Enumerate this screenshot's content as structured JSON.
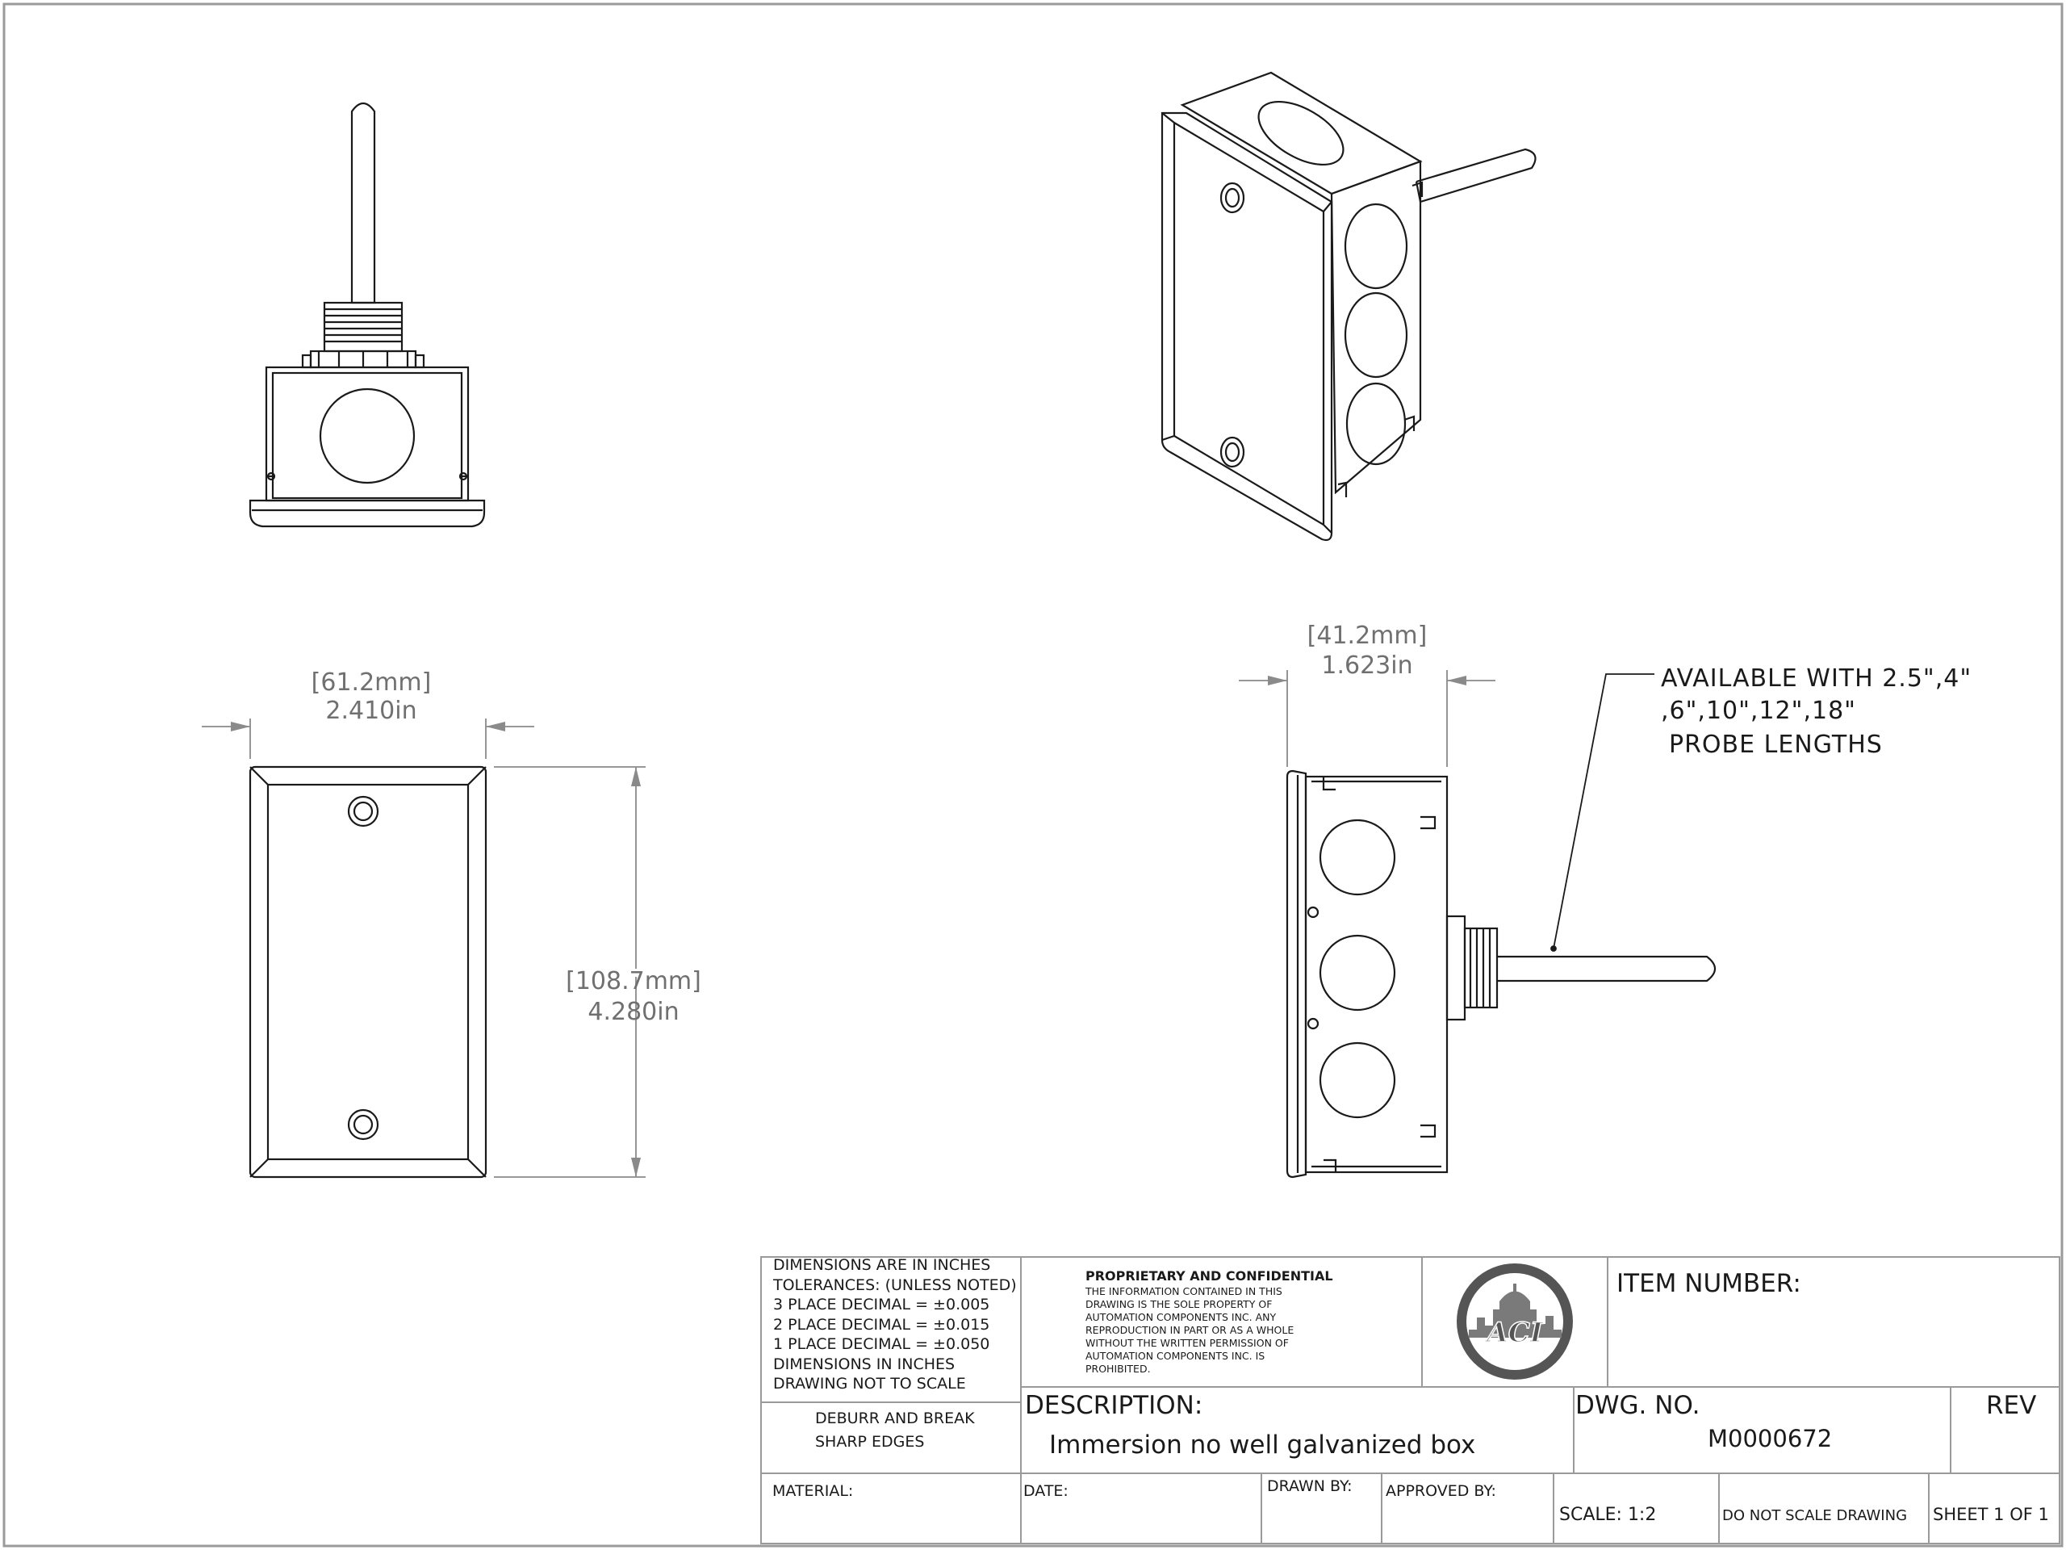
{
  "dimensions": {
    "face_width": {
      "mm": "[61.2mm]",
      "in": "2.410in"
    },
    "face_height": {
      "mm": "[108.7mm]",
      "in": "4.280in"
    },
    "side_depth": {
      "mm": "[41.2mm]",
      "in": "1.623in"
    }
  },
  "probe_note": {
    "line1": "AVAILABLE WITH 2.5\",4\"",
    "line2": ",6\",10\",12\",18\"",
    "line3": "PROBE LENGTHS"
  },
  "title_block": {
    "tolerances": [
      "DIMENSIONS ARE IN INCHES",
      "TOLERANCES: (UNLESS NOTED)",
      "3 PLACE DECIMAL = ±0.005",
      "2 PLACE DECIMAL = ±0.015",
      "1 PLACE DECIMAL = ±0.050",
      "DIMENSIONS IN INCHES",
      "DRAWING NOT TO SCALE"
    ],
    "proprietary_title": "PROPRIETARY AND CONFIDENTIAL",
    "proprietary_text": [
      "THE INFORMATION CONTAINED IN THIS",
      "DRAWING IS THE SOLE PROPERTY OF",
      "AUTOMATION COMPONENTS INC.  ANY",
      "REPRODUCTION IN PART OR AS A WHOLE",
      "WITHOUT THE WRITTEN PERMISSION OF",
      "AUTOMATION COMPONENTS INC. IS",
      "PROHIBITED."
    ],
    "logo_text": "ACI",
    "item_number_label": "ITEM NUMBER:",
    "deburr": [
      "DEBURR AND BREAK",
      "SHARP EDGES"
    ],
    "description_label": "DESCRIPTION:",
    "description_value": "Immersion no well galvanized box",
    "dwg_no_label": "DWG.  NO.",
    "dwg_no_value": "M0000672",
    "rev_label": "REV",
    "material_label": "MATERIAL:",
    "date_label": "DATE:",
    "drawn_by_label": "DRAWN BY:",
    "approved_by_label": "APPROVED BY:",
    "scale_label": "SCALE: 1:2",
    "do_not_scale": "DO NOT SCALE DRAWING",
    "sheet": "SHEET 1 OF 1"
  }
}
